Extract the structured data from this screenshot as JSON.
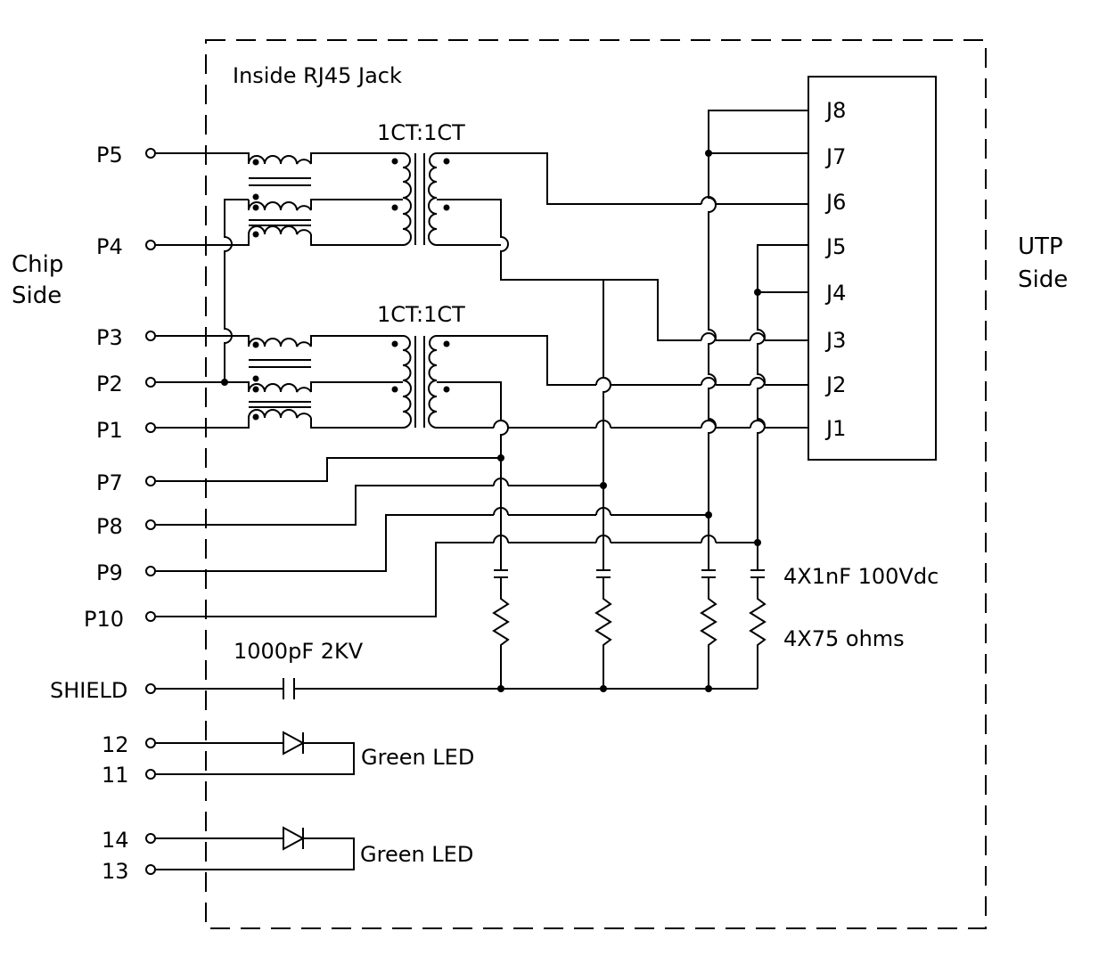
{
  "diagram": {
    "enclosure_label": "Inside  RJ45  Jack",
    "chip_side": [
      "Chip",
      "Side"
    ],
    "utp_side": [
      "UTP",
      "Side"
    ],
    "transformer_label_top": "1CT:1CT",
    "transformer_label_bottom": "1CT:1CT",
    "pins": {
      "p5": "P5",
      "p4": "P4",
      "p3": "P3",
      "p2": "P2",
      "p1": "P1",
      "p7": "P7",
      "p8": "P8",
      "p9": "P9",
      "p10": "P10",
      "shield": "SHIELD",
      "pin12": "12",
      "pin11": "11",
      "pin14": "14",
      "pin13": "13"
    },
    "jack_pins": [
      "J8",
      "J7",
      "J6",
      "J5",
      "J4",
      "J3",
      "J2",
      "J1"
    ],
    "capacitors_label": "4X1nF  100Vdc",
    "resistors_label": "4X75  ohms",
    "shield_cap_label": "1000pF  2KV",
    "led1_label": "Green  LED",
    "led2_label": "Green  LED"
  }
}
